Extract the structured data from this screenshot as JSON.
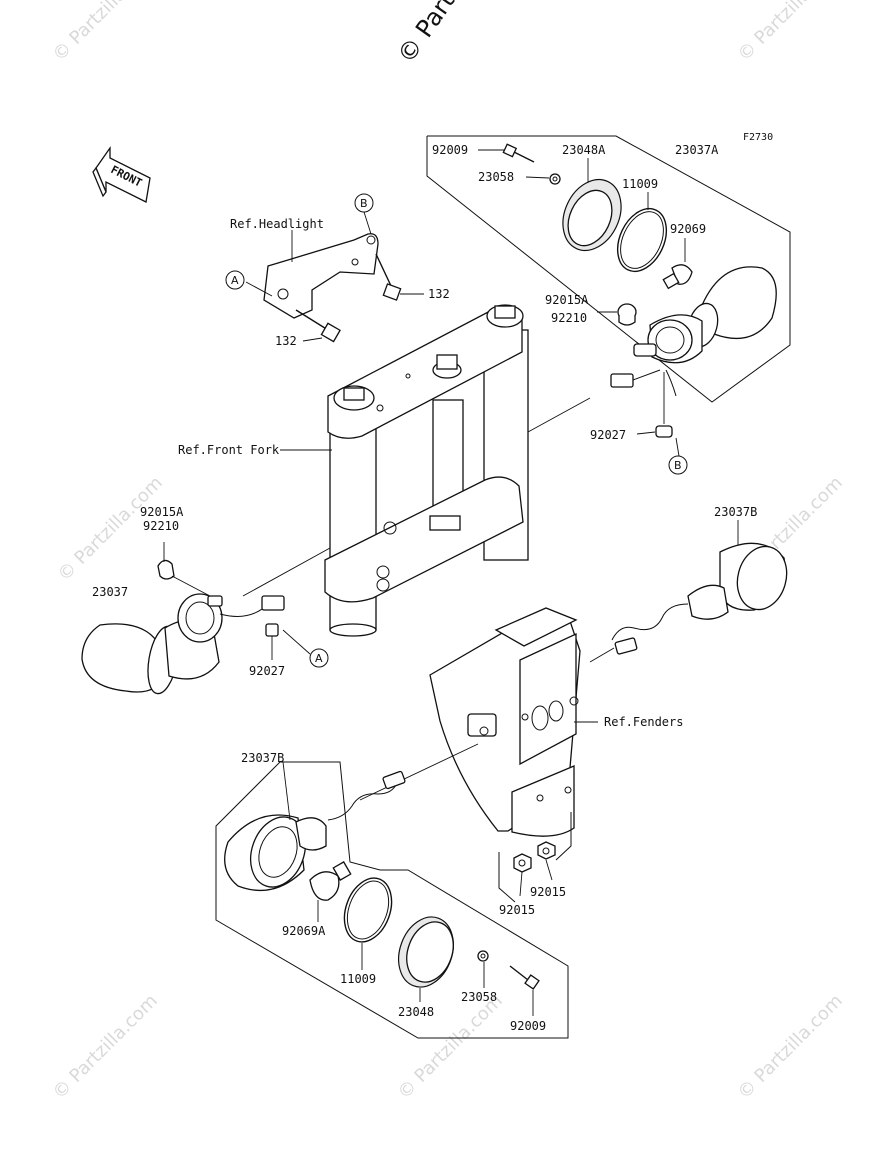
{
  "diagram_code": "F2730",
  "watermark_top": "© Partz",
  "watermark_text": "© Partzilla.com",
  "front_arrow_label": "FRONT",
  "references": {
    "headlight": "Ref.Headlight",
    "front_fork": "Ref.Front Fork",
    "fenders": "Ref.Fenders"
  },
  "connector_marks": {
    "a": "A",
    "b": "B"
  },
  "part_labels": {
    "p92009_top": "92009",
    "p23048A": "23048A",
    "p23037A": "23037A",
    "p23058_top": "23058",
    "p11009_top": "11009",
    "p92069": "92069",
    "p132_a": "132",
    "p132_b": "132",
    "p92015A_right": "92015A",
    "p92210_right": "92210",
    "p92027_right": "92027",
    "p92015A_left": "92015A",
    "p92210_left": "92210",
    "p23037": "23037",
    "p92027_left": "92027",
    "p23037B_right": "23037B",
    "p23037B_left": "23037B",
    "p92069A": "92069A",
    "p11009_bottom": "11009",
    "p23048": "23048",
    "p23058_bottom": "23058",
    "p92009_bottom": "92009",
    "p92015_a": "92015",
    "p92015_b": "92015"
  }
}
